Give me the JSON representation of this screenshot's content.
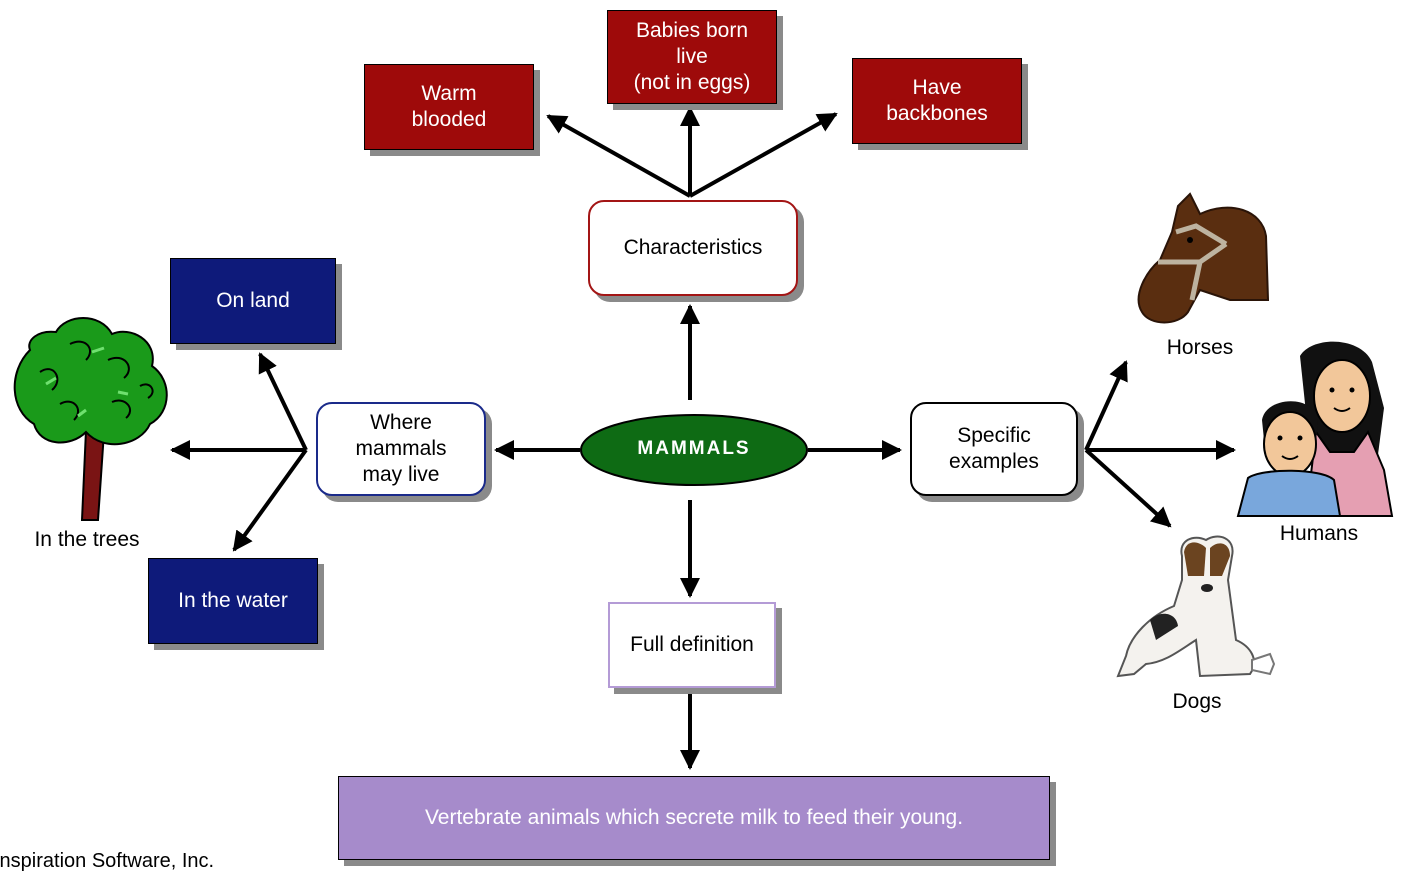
{
  "center": {
    "label": "MAMMALS",
    "color": "#0e6b14"
  },
  "branches": {
    "characteristics": "Characteristics",
    "where": "Where\nmammals\nmay live",
    "examples": "Specific\nexamples",
    "definition": "Full definition"
  },
  "characteristics": {
    "warm": "Warm\nblooded",
    "babies": "Babies born\nlive\n(not in eggs)",
    "backbones": "Have\nbackbones"
  },
  "habitats": {
    "land": "On land",
    "water": "In the water",
    "trees": "In the trees"
  },
  "examples": {
    "horses": "Horses",
    "humans": "Humans",
    "dogs": "Dogs"
  },
  "definition_text": "Vertebrate animals which secrete milk to feed their young.",
  "footer": "Inspiration Software, Inc.",
  "colors": {
    "red": "#9e0a0a",
    "navy": "#0e1a7a",
    "lilac": "#a68bcb"
  }
}
